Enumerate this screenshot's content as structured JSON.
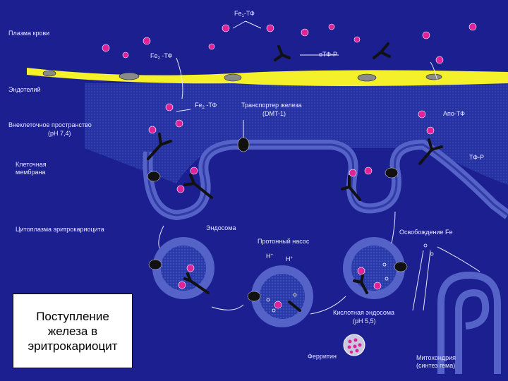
{
  "labels": {
    "plasma": "Плазма крови",
    "fe1_tf": "Fe",
    "fe1_tf_sub": "1",
    "fe1_tf_rest": "-ТФ",
    "fe2_tf_top": "Fe",
    "fe2_tf_top_sub": "2",
    "fe2_tf_top_rest": " -ТФ",
    "otf_r": "оТФ-Р",
    "endothelium": "Эндотелий",
    "fe2_tf_mid": "Fe",
    "fe2_tf_mid_sub": "2",
    "fe2_tf_mid_rest": " -ТФ",
    "transporter_1": "Транспортер железа",
    "transporter_2": "(DMT-1)",
    "extracellular_1": "Внеклеточное пространство",
    "extracellular_2": "(pH 7,4)",
    "apo_tf": "Апо-ТФ",
    "tf_r": "ТФ-Р",
    "membrane_1": "Клеточная",
    "membrane_2": "мембрана",
    "cytoplasm": "Цитоплазма эритрокариоцита",
    "endosome": "Эндосома",
    "proton_pump": "Протонный насос",
    "fe_release": "Освобождение Fe",
    "h_plus_1": "H",
    "h_plus_2": "H",
    "plus": "+",
    "acid_endosome_1": "Кислотная эндосома",
    "acid_endosome_2": "(pH 5,5)",
    "ferritin": "Ферритин",
    "mito_1": "Митохондрия",
    "mito_2": "(синтез гема)"
  },
  "caption": "Поступление\nжелеза в\nэритрокариоцит",
  "colors": {
    "background": "#1b1f8f",
    "membrane": "#5563c8",
    "endothelium": "#f4f02a",
    "iron_tf": "#e0239a",
    "receptor": "#111111"
  }
}
